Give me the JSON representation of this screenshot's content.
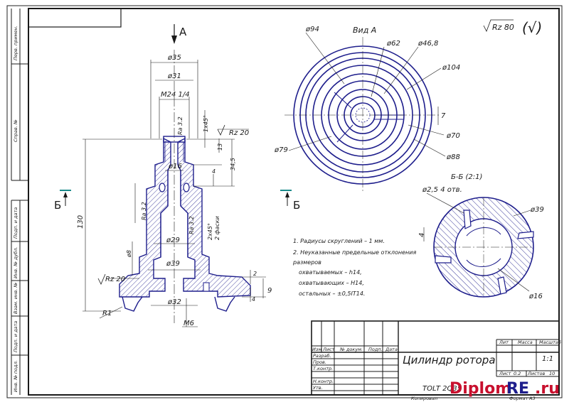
{
  "section_arrow_top": "A",
  "view_a_label": "Вид А",
  "section_b_left": "Б",
  "section_b_right": "Б",
  "section_b_title": "Б-Б (2:1)",
  "roughness_general": "Rz 80",
  "roughness_check": "(√)",
  "dims_left": {
    "d35": "ø35",
    "d31": "ø31",
    "m24": "M24 1/4",
    "ra32a": "Ra 3.2",
    "d16": "ø16",
    "ra32b": "Ra 3.2",
    "ra32c": "Ra 3.2",
    "d29": "ø29",
    "d39": "ø39",
    "d32": "ø32",
    "m6": "M6",
    "d8": "ø8",
    "h130": "130",
    "c145": "1x45°",
    "h13": "13",
    "h345": "34,5",
    "h4a": "4",
    "rz20a": "Rz 20",
    "rz20b": "Rz 20",
    "c245": "2x45°",
    "faski": "2 фаски",
    "r1": "R1",
    "h2": "2",
    "h4b": "4",
    "h9": "9"
  },
  "dims_view_a": {
    "d94": "ø94",
    "d62": "ø62",
    "d468": "ø46,8",
    "d104": "ø104",
    "d79": "ø79",
    "d70": "ø70",
    "d88": "ø88",
    "w7": "7"
  },
  "dims_section": {
    "holes": "ø2,5 4 отв.",
    "d39": "ø39",
    "d16": "ø16",
    "w4": "4"
  },
  "notes": [
    "1. Радиусы скруглений – 1 мм.",
    "2. Неуказанные предельные отклонения",
    "размеров",
    "охватываемых – h14,",
    "охватывающих – H14,",
    "остальных – ±0,5IT14."
  ],
  "sidebar_labels": [
    "Перв. примен.",
    "Справ. №",
    "Подп. и дата",
    "Инв. № дубл.",
    "Взам. инв. №",
    "Подп. и дата",
    "Инв. № подл."
  ],
  "title_block": {
    "title": "Цилиндр ротора",
    "header_cols": [
      "Изм",
      "Лист",
      "№ докум.",
      "Подп.",
      "Дата"
    ],
    "rows": [
      "Разраб.",
      "Пров.",
      "Т.контр.",
      "Н.контр.",
      "Утв."
    ],
    "lit": "Лит",
    "mass": "Масса",
    "scale": "Масштаб",
    "scale_value": "1:1",
    "sheet": "Лист",
    "sheet_value": "0.2",
    "sheets": "Листов",
    "sheets_value": "10",
    "doc_code": "TOLT 2Q35",
    "copied": "Копировал",
    "format": "Формат",
    "format_value": "А3"
  },
  "watermark": {
    "part1": "Diplom",
    "part2": "RE",
    "part3": ".ru"
  }
}
